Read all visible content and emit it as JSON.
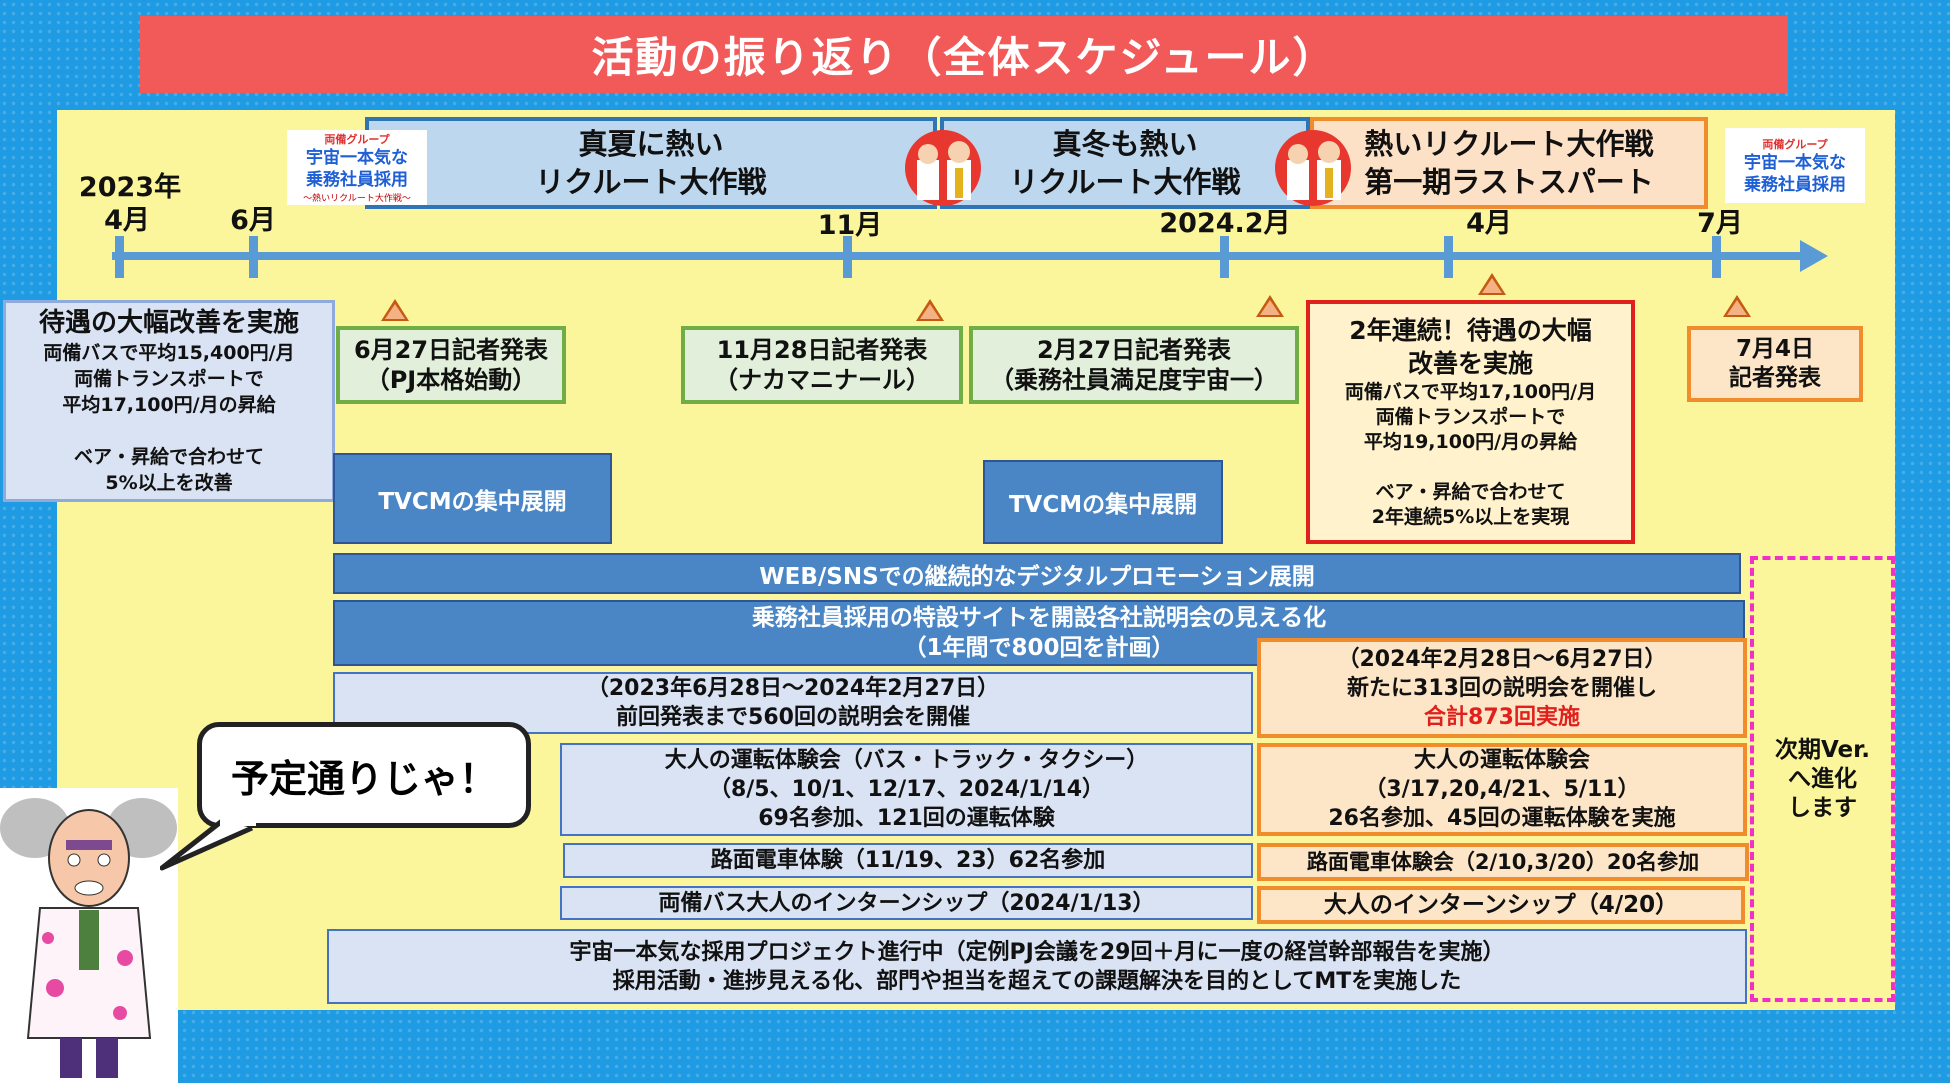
{
  "title": "活動の振り返り（全体スケジュール）",
  "campaigns": [
    {
      "label": "真夏に熱い\nリクルート大作戦"
    },
    {
      "label": "真冬も熱い\nリクルート大作戦"
    },
    {
      "label": "熱いリクルート大作戦\n第一期ラストスパート"
    }
  ],
  "logo": {
    "line1": "両備グループ",
    "line2": "宇宙一本気な\n乗務社員採用",
    "line3": "～熱いリクルート大作戦～"
  },
  "timeline": {
    "year_label": "2023年",
    "months": [
      "4月",
      "6月",
      "11月",
      "2024.2月",
      "4月",
      "7月"
    ]
  },
  "announcements": [
    {
      "text": "6月27日記者発表\n（PJ本格始動）"
    },
    {
      "text": "11月28日記者発表\n（ナカマニナール）"
    },
    {
      "text": "2月27日記者発表\n（乗務社員満足度宇宙一）"
    },
    {
      "text": "7月4日\n記者発表"
    }
  ],
  "improvement_1": {
    "heading": "待遇の大幅改善を実施",
    "body": "両備バスで平均15,400円/月\n両備トランスポートで\n平均17,100円/月の昇給\n\nベア・昇給で合わせて\n5%以上を改善"
  },
  "improvement_2": {
    "heading": "2年連続！待遇の大幅\n改善を実施",
    "body": "両備バスで平均17,100円/月\n両備トランスポートで\n平均19,100円/月の昇給\n\nベア・昇給で合わせて\n2年連続5%以上を実現"
  },
  "tvcm": [
    "TVCMの集中展開",
    "TVCMの集中展開"
  ],
  "web_sns": "WEB/SNSでの継続的なデジタルプロモーション展開",
  "special_site": "乗務社員採用の特設サイトを開設各社説明会の見える化\n（1年間で800回を計画）",
  "briefing_prev": "（2023年6月28日～2024年2月27日）\n前回発表まで560回の説明会を開催",
  "briefing_new": {
    "text": "（2024年2月28日～6月27日）\n新たに313回の説明会を開催し",
    "total": "合計873回実施"
  },
  "driving_prev": "大人の運転体験会（バス・トラック・タクシー）\n（8/5、10/1、12/17、2024/1/14）\n69名参加、121回の運転体験",
  "driving_new": "大人の運転体験会\n（3/17,20,4/21、5/11）\n26名参加、45回の運転体験を実施",
  "tram_prev": "路面電車体験（11/19、23）62名参加",
  "tram_new": "路面電車体験会（2/10,3/20）20名参加",
  "intern_prev": "両備バス大人のインターンシップ（2024/1/13）",
  "intern_new": "大人のインターンシップ（4/20）",
  "project": "宇宙一本気な採用プロジェクト進行中（定例PJ会議を29回＋月に一度の経営幹部報告を実施）\n採用活動・進捗見える化、部門や担当を超えての課題解決を目的としてMTを実施した",
  "next_version": "次期Ver.\nへ進化\nします",
  "speech": "予定通りじゃ！",
  "colors": {
    "title_bg": "#f25a5a",
    "panel_bg": "#fbf59b",
    "axis": "#5b9bd5",
    "accent_red": "#e0201b",
    "accent_orange": "#f08c2c",
    "dashed_magenta": "#f030c8"
  }
}
